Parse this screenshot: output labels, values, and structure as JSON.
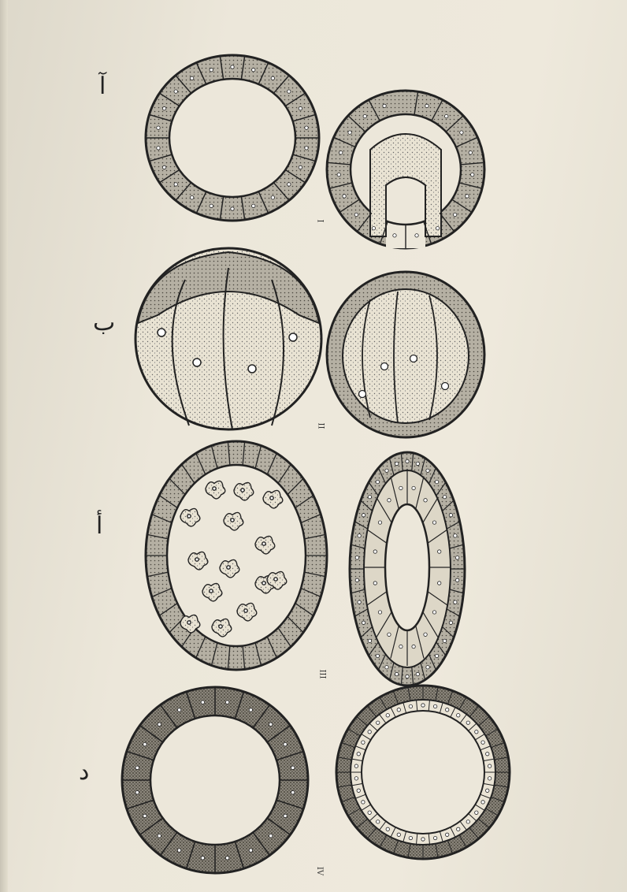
{
  "figure": {
    "row_labels": [
      "آ",
      "ب",
      "أ",
      "د"
    ],
    "roman_numerals": [
      "I",
      "II",
      "III",
      "IV"
    ]
  }
}
